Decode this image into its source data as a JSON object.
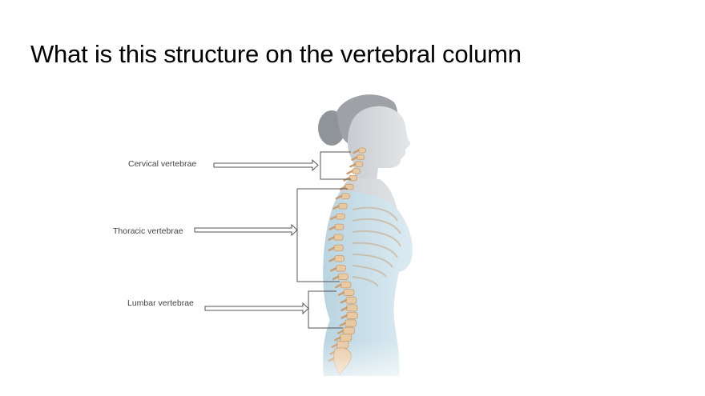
{
  "slide": {
    "title": "What is this structure on the vertebral column"
  },
  "labels": {
    "cervical": "Cervical vertebrae",
    "thoracic": "Thoracic vertebrae",
    "lumbar": "Lumbar vertebrae"
  },
  "colors": {
    "skin": "#d6dadd",
    "hair": "#9ea2a6",
    "garment": "#cfe3ec",
    "bone": "#e7c9a4",
    "bone_shadow": "#c99e72",
    "bracket": "#555555"
  }
}
